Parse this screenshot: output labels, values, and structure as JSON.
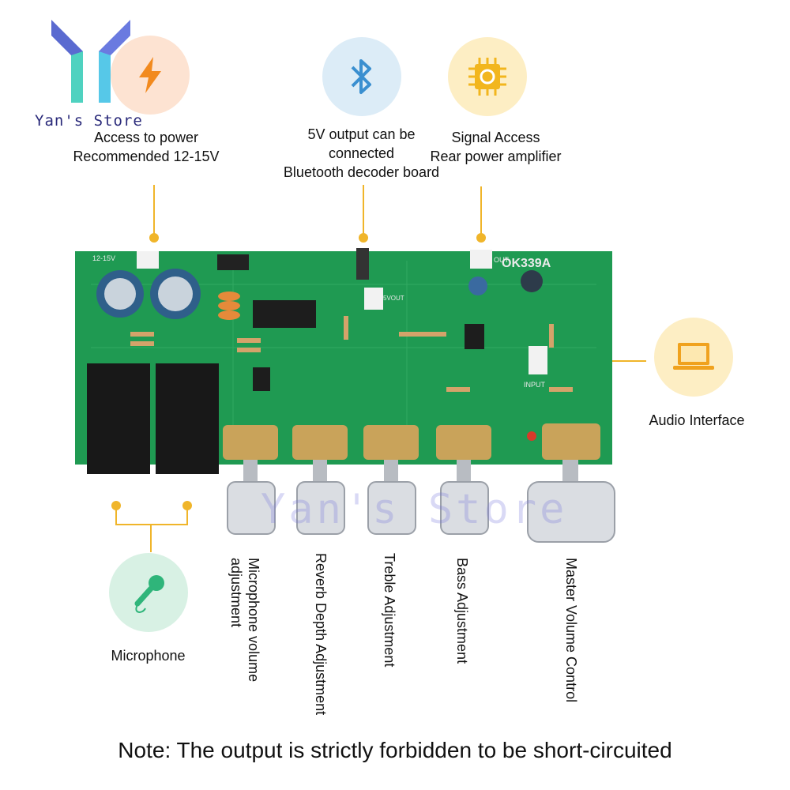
{
  "brand": {
    "name": "Yan's Store"
  },
  "watermark": "Yan's Store",
  "board": {
    "model": "OK339A",
    "power_label": "12-15V",
    "input_label": "INPUT",
    "out_label": "OUT",
    "v5_label": "5VOUT"
  },
  "callouts": {
    "power": {
      "line1": "Access to power",
      "line2": "Recommended 12-15V",
      "icon": "lightning-icon"
    },
    "bluetooth": {
      "line1": "5V output can be",
      "line2": "connected",
      "line3": "Bluetooth decoder board",
      "icon": "bluetooth-icon"
    },
    "signal": {
      "line1": "Signal Access",
      "line2": "Rear power amplifier",
      "icon": "chip-icon"
    },
    "audio": {
      "label": "Audio Interface",
      "icon": "laptop-icon"
    },
    "microphone": {
      "label": "Microphone",
      "icon": "microphone-icon"
    }
  },
  "knobs": [
    {
      "line1": "Microphone volume",
      "line2": "adjustment"
    },
    {
      "line1": "Reverb Depth Adjustment"
    },
    {
      "line1": "Treble Adjustment"
    },
    {
      "line1": "Bass Adjustment"
    },
    {
      "line1": "Master Volume Control"
    }
  ],
  "note": "Note: The output is strictly forbidden to be short-circuited",
  "colors": {
    "pcb": "#1f9a52",
    "accent": "#f0b52a",
    "knob_base": "#c9a35a"
  }
}
